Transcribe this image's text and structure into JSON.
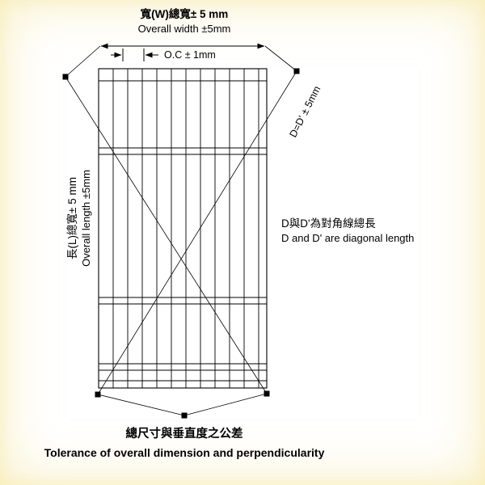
{
  "diagram": {
    "title_area": {
      "width_label_zh": "寬(W)總寬± 5 mm",
      "width_label_en": "Overall width ±5mm",
      "oc_label": "O.C ± 1mm"
    },
    "left_labels": {
      "length_label_zh": "長(L)總寬± 5 mm",
      "length_label_en": "Overall length ±5mm"
    },
    "diagonal_labels": {
      "diagonal_dim": "D=D' ± 5mm",
      "diagonal_note_zh": "D與D'為對角線總長",
      "diagonal_note_en": "D and D' are diagonal length"
    },
    "bottom_labels": {
      "tolerance_zh": "總尺寸與垂直度之公差",
      "tolerance_en": "Tolerance of overall dimension and perpendicularity"
    },
    "colors": {
      "line": "#000000",
      "marker": "#000000",
      "edge_tint": "#f2e08c",
      "background": "#ffffff"
    }
  }
}
